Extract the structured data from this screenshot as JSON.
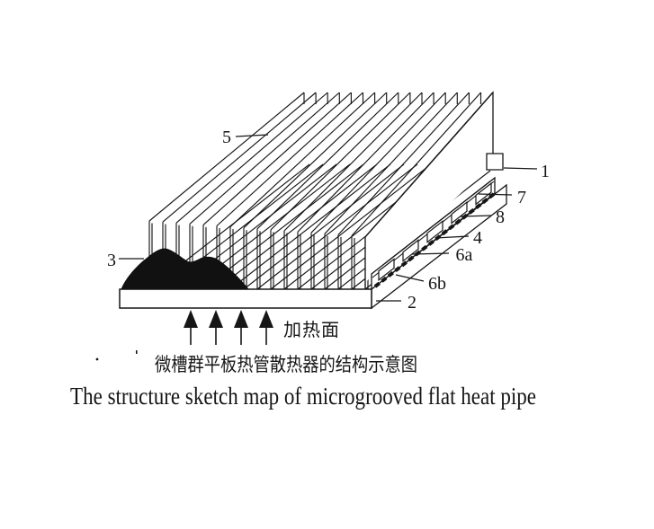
{
  "colors": {
    "ink": "#161616",
    "background": "#ffffff",
    "blob_fill": "#111111"
  },
  "labels": [
    "5",
    "3",
    "1",
    "7",
    "8",
    "4",
    "6a",
    "6b",
    "2"
  ],
  "heating_surface_label": "加热面",
  "captions": {
    "chinese": "微槽群平板热管散热器的结构示意图",
    "english": "The structure sketch map of microgrooved flat heat pipe"
  }
}
